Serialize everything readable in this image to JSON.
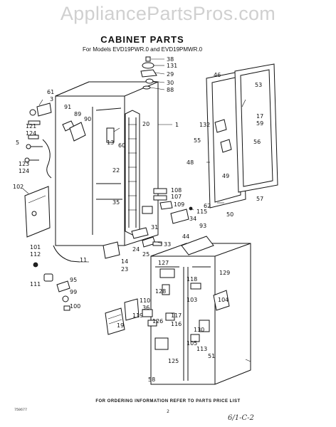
{
  "watermark": "AppliancePartsPros.com",
  "title": "CABINET PARTS",
  "subtitle": "For Models EVD19PWR.0 and EVD19PMWR.0",
  "footer": "FOR ORDERING INFORMATION REFER TO PARTS PRICE LIST",
  "code": "750677",
  "page": "2",
  "handwritten": "6/1-C-2",
  "callouts": [
    "38",
    "131",
    "29",
    "30",
    "88",
    "46",
    "53",
    "17",
    "59",
    "61",
    "3",
    "91",
    "89",
    "90",
    "121",
    "124",
    "5",
    "123",
    "124",
    "13",
    "60",
    "20",
    "1",
    "132",
    "55",
    "56",
    "22",
    "48",
    "49",
    "57",
    "102",
    "108",
    "107",
    "109",
    "35",
    "115",
    "34",
    "62",
    "93",
    "50",
    "31",
    "44",
    "33",
    "24",
    "25",
    "14",
    "23",
    "101",
    "112",
    "11",
    "95",
    "99",
    "111",
    "100",
    "127",
    "129",
    "128",
    "118",
    "110",
    "36",
    "103",
    "104",
    "117",
    "116",
    "126",
    "119",
    "19",
    "130",
    "105",
    "113",
    "51",
    "125",
    "58"
  ]
}
